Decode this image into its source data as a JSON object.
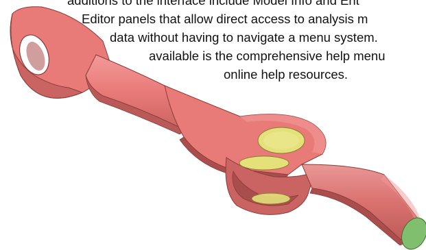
{
  "caption": {
    "lines": [
      "additions to the interface include Model Info and Ent",
      "Editor panels that allow direct access to analysis m",
      "data without having to navigate a menu system.",
      "available is the comprehensive help menu",
      "online help resources."
    ]
  },
  "model": {
    "description_icon": "pin-and-clevis-assembly",
    "colors": {
      "body": "#e87a78",
      "body_shadow": "#c96462",
      "body_dark": "#a94e4c",
      "edge": "#8a3a38",
      "pin": "#e4e07a",
      "pin_dark": "#b8b450",
      "end_face": "#7fbf6e"
    }
  }
}
